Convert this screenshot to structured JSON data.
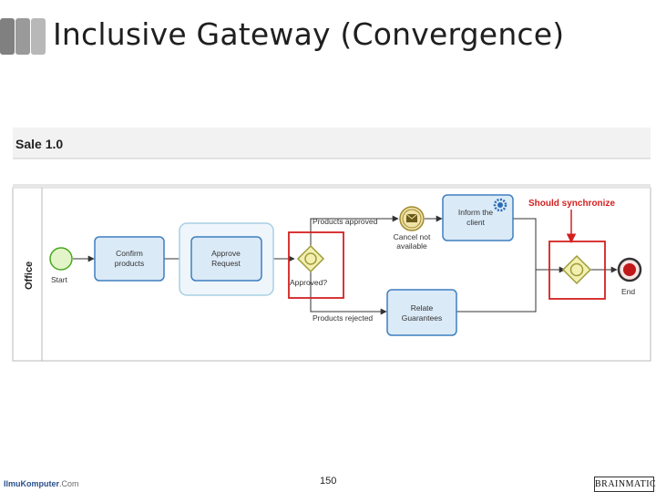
{
  "slide": {
    "title": "Inclusive Gateway (Convergence)",
    "page_number": "150",
    "footer_site_prefix": "IlmuKomputer",
    "footer_site_suffix": ".Com",
    "brand": "BRAINMATICS"
  },
  "diagram": {
    "process_title": "Sale 1.0",
    "lane_label": "Office",
    "start_label": "Start",
    "end_label": "End",
    "tasks": {
      "confirm": [
        "Confirm",
        "products"
      ],
      "approve": [
        "Approve",
        "Request"
      ],
      "inform": [
        "Inform the",
        "client"
      ],
      "relate": [
        "Relate",
        "Guarantees"
      ]
    },
    "event_cancel": [
      "Cancel not",
      "available"
    ],
    "flow_approved": "Products approved",
    "flow_rejected": "Products rejected",
    "gateway_label": "Approved?",
    "annotation": "Should synchronize",
    "colors": {
      "task_fill": "#dbeaf7",
      "task_stroke": "#3f7fbf",
      "gateway_fill": "#f3efb0",
      "highlight": "#d42020",
      "end_fill": "#c01818"
    }
  }
}
